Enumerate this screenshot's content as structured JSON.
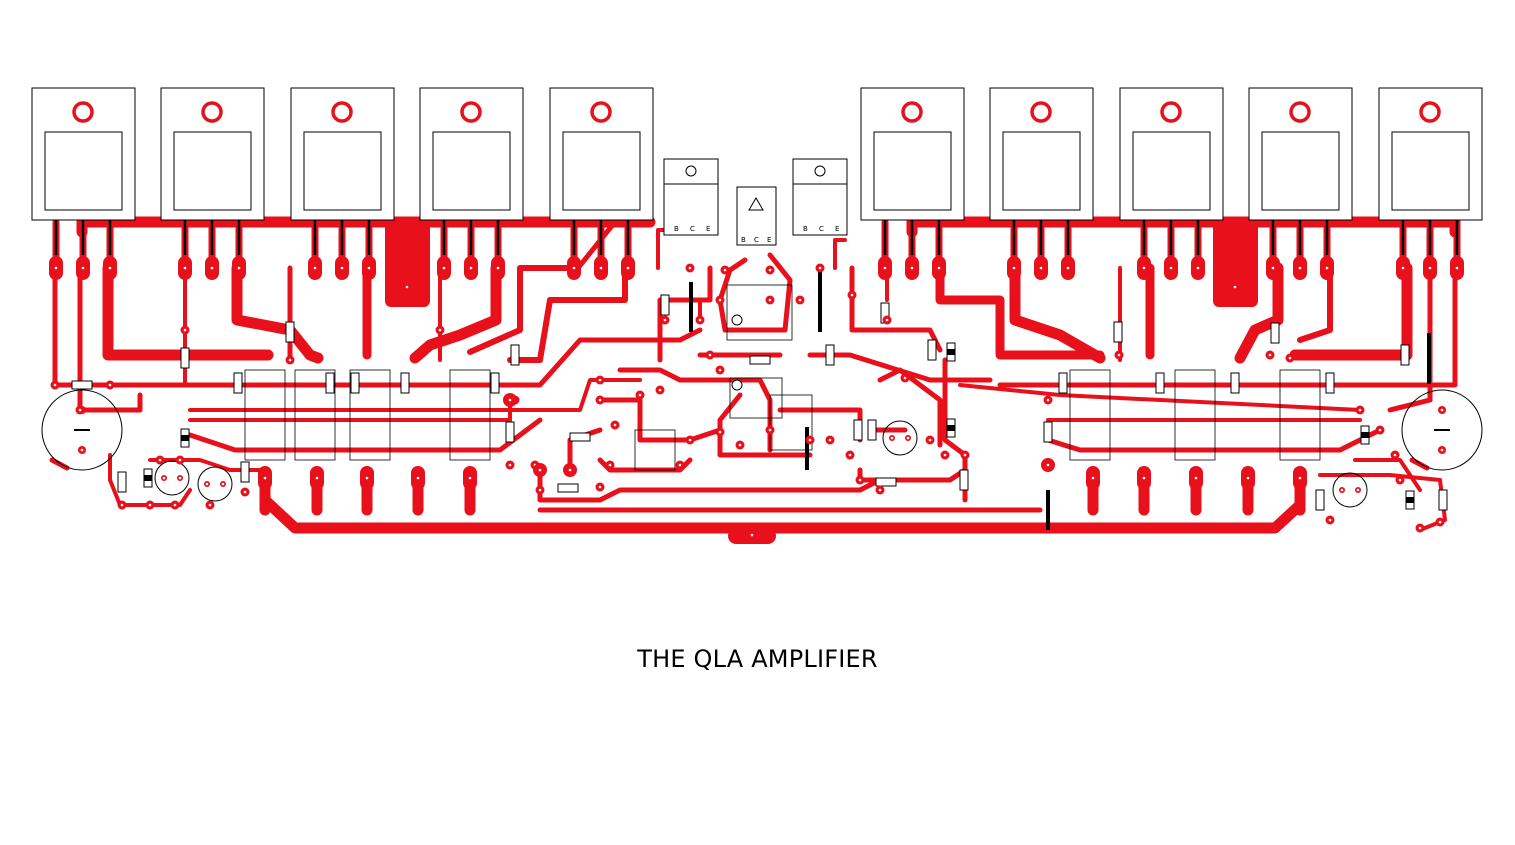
{
  "title": "THE QLA AMPLIFIER",
  "colors": {
    "copper": "#e8111b",
    "outline": "#000000",
    "background": "#ffffff"
  },
  "power_transistors": {
    "count": 10,
    "pin_labels": []
  },
  "driver_transistors": {
    "count": 2,
    "pin_labels": [
      "B",
      "C",
      "E"
    ]
  },
  "center_device": {
    "pin_labels": [
      "B",
      "C",
      "E"
    ]
  },
  "icons": [
    "power-transistor-icon",
    "driver-transistor-icon",
    "trimmer-pot-icon",
    "electrolytic-capacitor-icon",
    "resistor-icon",
    "diode-icon"
  ]
}
